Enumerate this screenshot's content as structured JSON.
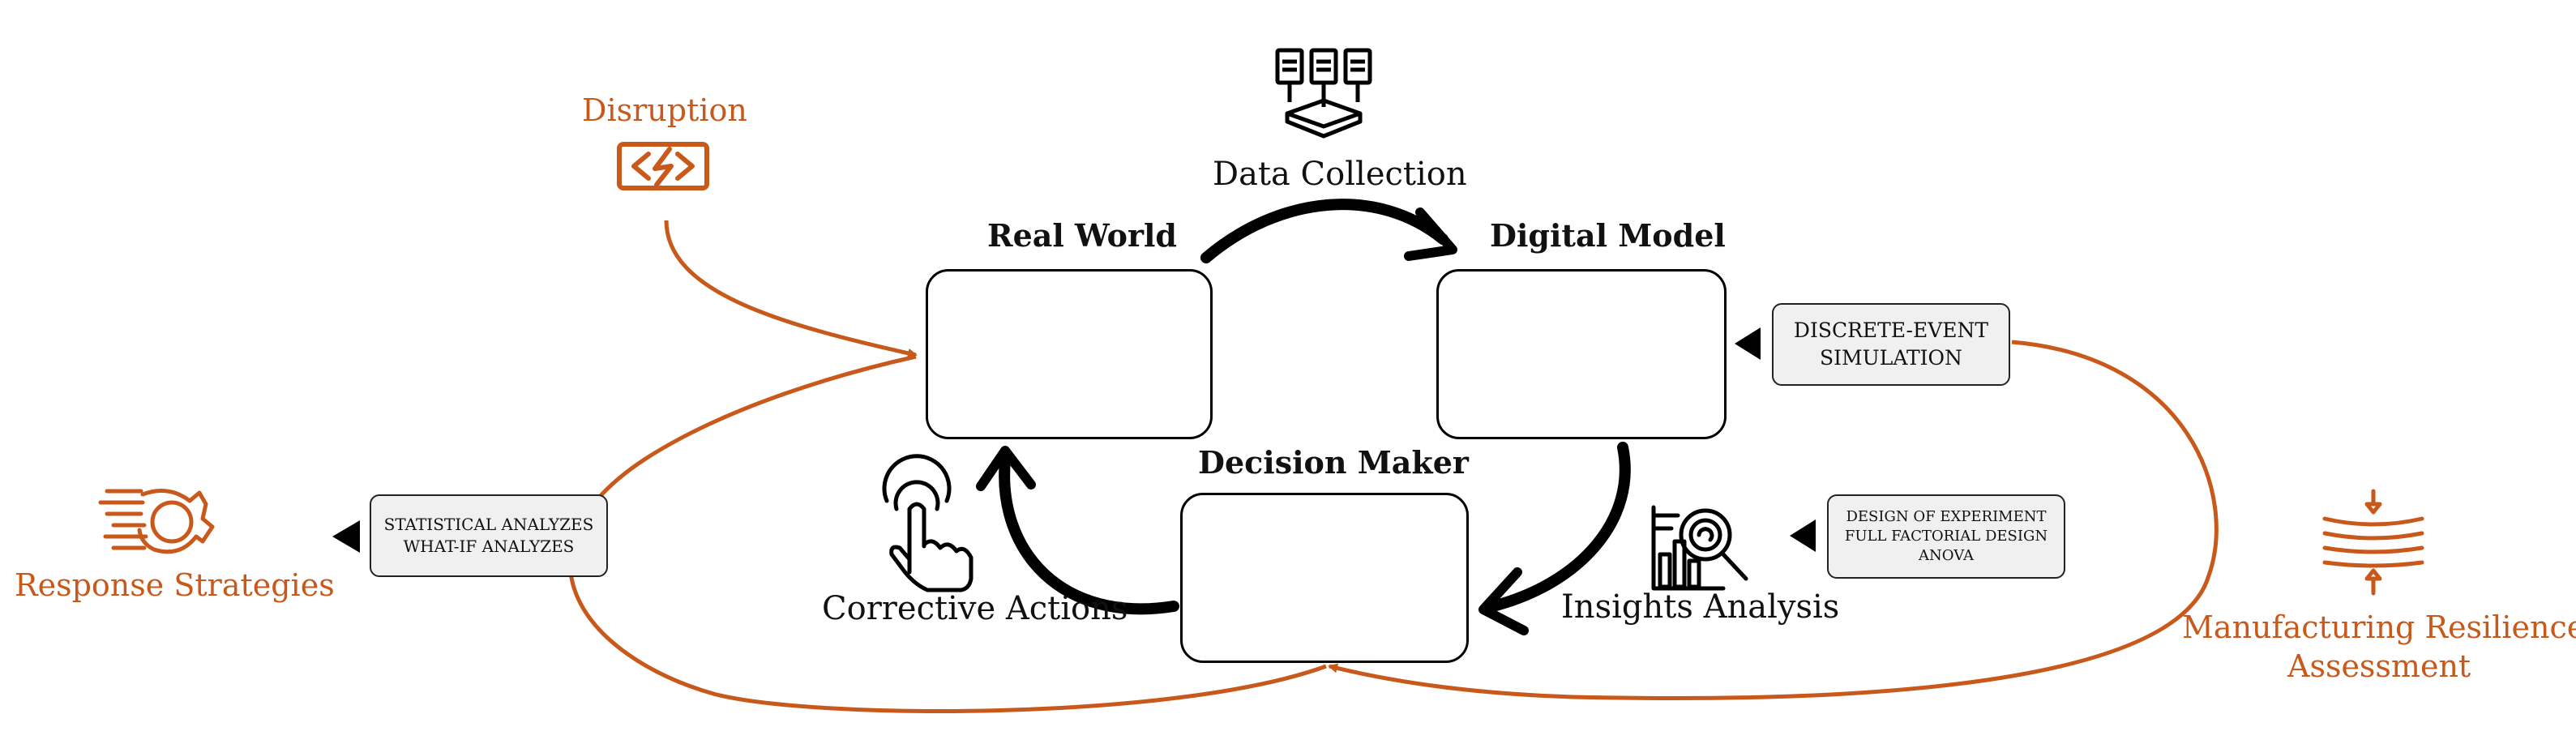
{
  "labels": {
    "disruption": "Disruption",
    "data_collection": "Data Collection",
    "real_world": "Real World",
    "digital_model": "Digital Model",
    "decision_maker": "Decision Maker",
    "corrective_actions": "Corrective Actions",
    "insights_analysis": "Insights Analysis",
    "response_strategies": "Response Strategies",
    "manufacturing_resilience_line1": "Manufacturing Resilience",
    "manufacturing_resilience_line2": "Assessment"
  },
  "notes": {
    "des": [
      "DISCRETE-EVENT",
      "SIMULATION"
    ],
    "doe": [
      "DESIGN OF EXPERIMENT",
      "FULL FACTORIAL DESIGN",
      "ANOVA"
    ],
    "stats": [
      "STATISTICAL ANALYZES",
      "WHAT-IF ANALYZES"
    ]
  },
  "colors": {
    "accent": "#C8591B",
    "ink": "#000000",
    "note_fill": "#f0f0f0"
  },
  "icons": [
    "disruption-icon",
    "data-collection-icon",
    "robot-arm-icon",
    "monitor-gear-icon",
    "decision-person-icon",
    "hand-touch-icon",
    "insights-chart-icon",
    "response-gear-icon",
    "resilience-icon"
  ]
}
